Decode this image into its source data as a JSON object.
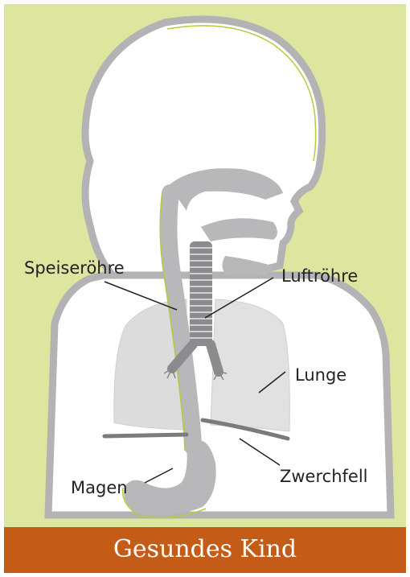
{
  "diagram": {
    "labels": {
      "esophagus": "Speiseröhre",
      "trachea": "Luftröhre",
      "lung": "Lunge",
      "stomach": "Magen",
      "diaphragm": "Zwerchfell"
    }
  },
  "footer": {
    "title": "Gesundes Kind"
  },
  "colors": {
    "background": "#dde59e",
    "footer": "#c45c17",
    "outline_gray": "#b3b3b5",
    "outline_green": "#b6cc3a",
    "lung_fill": "#dcdcdc",
    "organ_gray": "#bcbcbe"
  }
}
